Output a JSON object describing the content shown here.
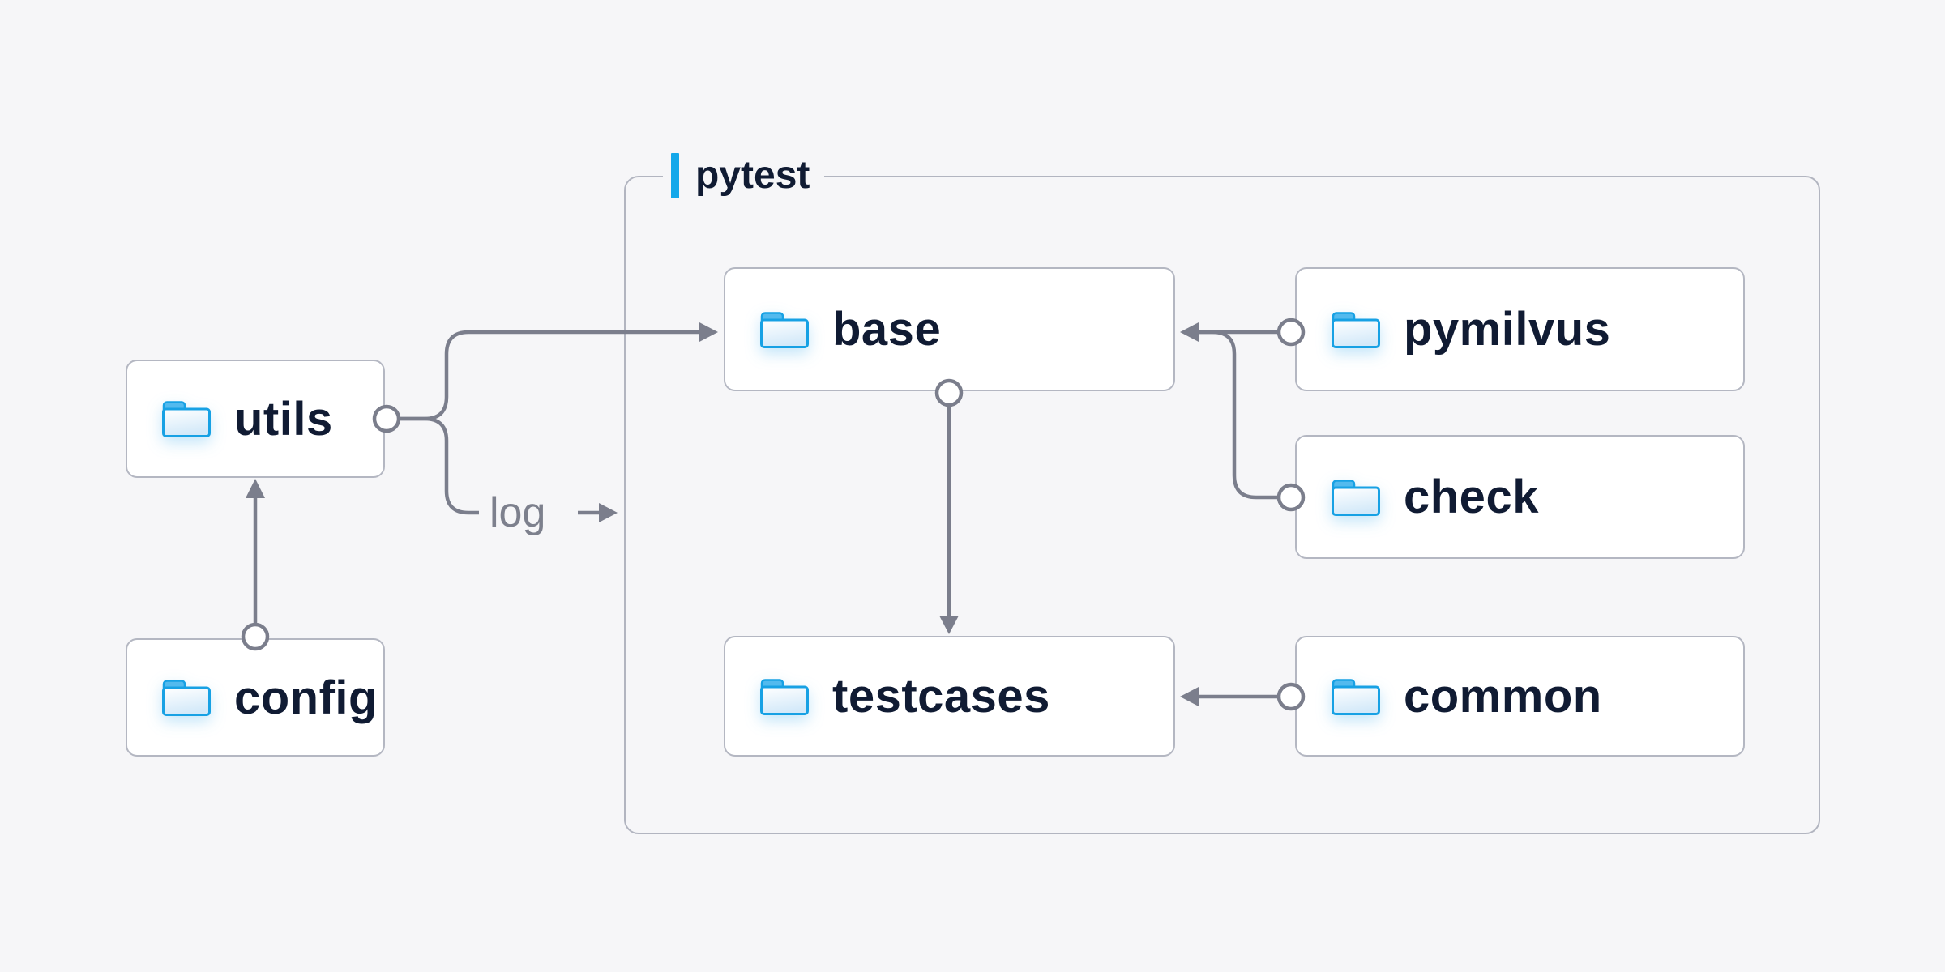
{
  "diagram": {
    "title_group": {
      "label": "pytest"
    },
    "nodes": {
      "utils": {
        "label": "utils"
      },
      "config": {
        "label": "config"
      },
      "base": {
        "label": "base"
      },
      "pymilvus": {
        "label": "pymilvus"
      },
      "check": {
        "label": "check"
      },
      "testcases": {
        "label": "testcases"
      },
      "common": {
        "label": "common"
      }
    },
    "edges": [
      {
        "from": "config",
        "to": "utils",
        "style": "arrow"
      },
      {
        "from": "utils",
        "to": "base",
        "style": "arrow"
      },
      {
        "from": "utils",
        "to": "pytest",
        "style": "labeled-arrow",
        "label": "log"
      },
      {
        "from": "pymilvus",
        "to": "base",
        "style": "arrow"
      },
      {
        "from": "check",
        "to": "base",
        "style": "arrow-merge"
      },
      {
        "from": "base",
        "to": "testcases",
        "style": "arrow"
      },
      {
        "from": "common",
        "to": "testcases",
        "style": "arrow"
      }
    ],
    "colors": {
      "background": "#f6f6f8",
      "accent_blue": "#14a8ea",
      "folder_blue": "#17a1e4",
      "text_navy": "#101b33",
      "wire_gray": "#7b7e8c",
      "node_border": "#b4b7c2",
      "node_fill": "#ffffff"
    }
  }
}
